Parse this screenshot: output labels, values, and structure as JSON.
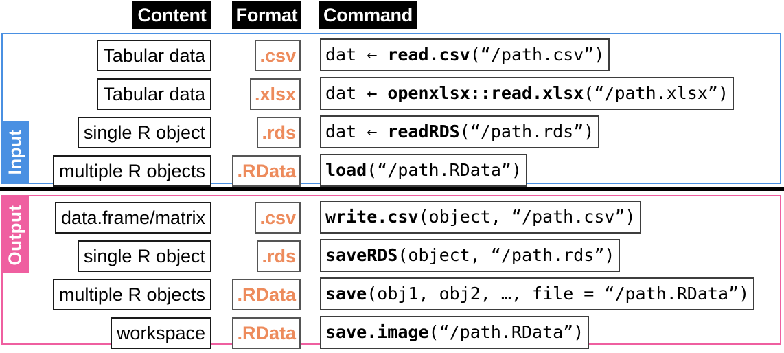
{
  "headers": {
    "content": "Content",
    "format": "Format",
    "command": "Command"
  },
  "colors": {
    "input_accent": "#4a90e2",
    "output_accent": "#ef5fa0",
    "format_text": "#ed8b5c",
    "header_bg": "#000000",
    "box_border": "#1a1a1a"
  },
  "sections": [
    {
      "label": "Input",
      "rows": [
        {
          "content": "Tabular data",
          "format": ".csv",
          "command_bold": "read.csv",
          "command_prefix": "dat ← ",
          "command_suffix": "(“/path.csv”)",
          "command_full": "dat ← read.csv(“/path.csv”)"
        },
        {
          "content": "Tabular data",
          "format": ".xlsx",
          "command_bold": "openxlsx::read.xlsx",
          "command_prefix": "dat ← ",
          "command_suffix": "(“/path.xlsx”)",
          "command_full": "dat ← openxlsx::read.xlsx(“/path.xlsx”)"
        },
        {
          "content": "single R object",
          "format": ".rds",
          "command_bold": "readRDS",
          "command_prefix": "dat ← ",
          "command_suffix": "(“/path.rds”)",
          "command_full": "dat ← readRDS(“/path.rds”)"
        },
        {
          "content": "multiple R objects",
          "format": ".RData",
          "command_bold": "load",
          "command_prefix": "",
          "command_suffix": "(“/path.RData”)",
          "command_full": "load(“/path.RData”)"
        }
      ]
    },
    {
      "label": "Output",
      "rows": [
        {
          "content": "data.frame/matrix",
          "format": ".csv",
          "command_bold": "write.csv",
          "command_prefix": "",
          "command_suffix": "(object, “/path.csv”)",
          "command_full": "write.csv(object, “/path.csv”)"
        },
        {
          "content": "single R object",
          "format": ".rds",
          "command_bold": "saveRDS",
          "command_prefix": "",
          "command_suffix": "(object, “/path.rds”)",
          "command_full": "saveRDS(object, “/path.rds”)"
        },
        {
          "content": "multiple R objects",
          "format": ".RData",
          "command_bold": "save",
          "command_prefix": "",
          "command_suffix": "(obj1, obj2, …, file = “/path.RData”)",
          "command_full": "save(obj1, obj2, …, file = “/path.RData”)"
        },
        {
          "content": "workspace",
          "format": ".RData",
          "command_bold": "save.image",
          "command_prefix": "",
          "command_suffix": "(“/path.RData”)",
          "command_full": "save.image(“/path.RData”)"
        }
      ]
    }
  ]
}
